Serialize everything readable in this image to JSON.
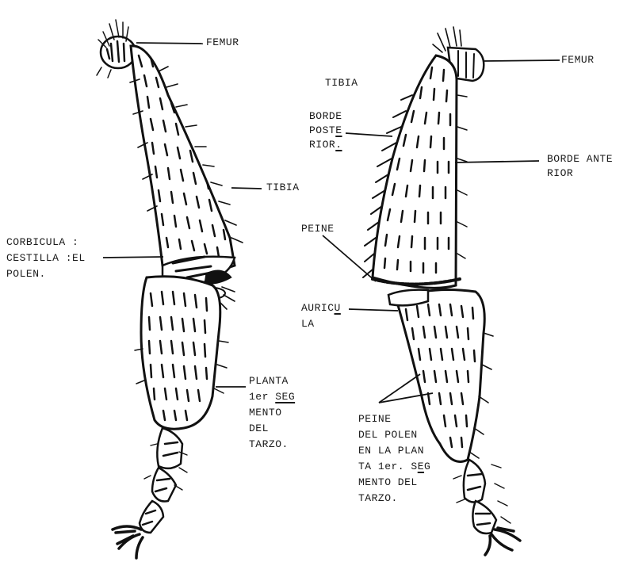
{
  "left_leg": {
    "femur": "FEMUR",
    "tibia": "TIBIA",
    "corbicula": [
      "CORBICULA :",
      "CESTILLA :EL",
      "POLEN."
    ],
    "planta": {
      "line1": "PLANTA",
      "line2_a": "1er ",
      "line2_u": "SEG",
      "line3_a": "MENTO",
      "line4": "DEL",
      "line5": "TARZO."
    }
  },
  "right_leg": {
    "femur": "FEMUR",
    "tibia": "TIBIA",
    "borde_posterior": {
      "line1": "BORDE",
      "line2_a": "POST",
      "line2_u": "E",
      "line3_a": "RIOR",
      "line3_u": "."
    },
    "borde_anterior": [
      "BORDE ANTE",
      "RIOR"
    ],
    "peine": "PEINE",
    "auricula": {
      "line1_a": "AURIC",
      "line1_u": "U",
      "line2": "LA"
    },
    "peine_polen": {
      "line1": "PEINE",
      "line2": "DEL POLEN",
      "line3": "EN LA PLAN",
      "line4_a": "TA 1er. S",
      "line4_u": "E",
      "line4_b": "G",
      "line5": "MENTO DEL",
      "line6": "TARZO."
    }
  }
}
